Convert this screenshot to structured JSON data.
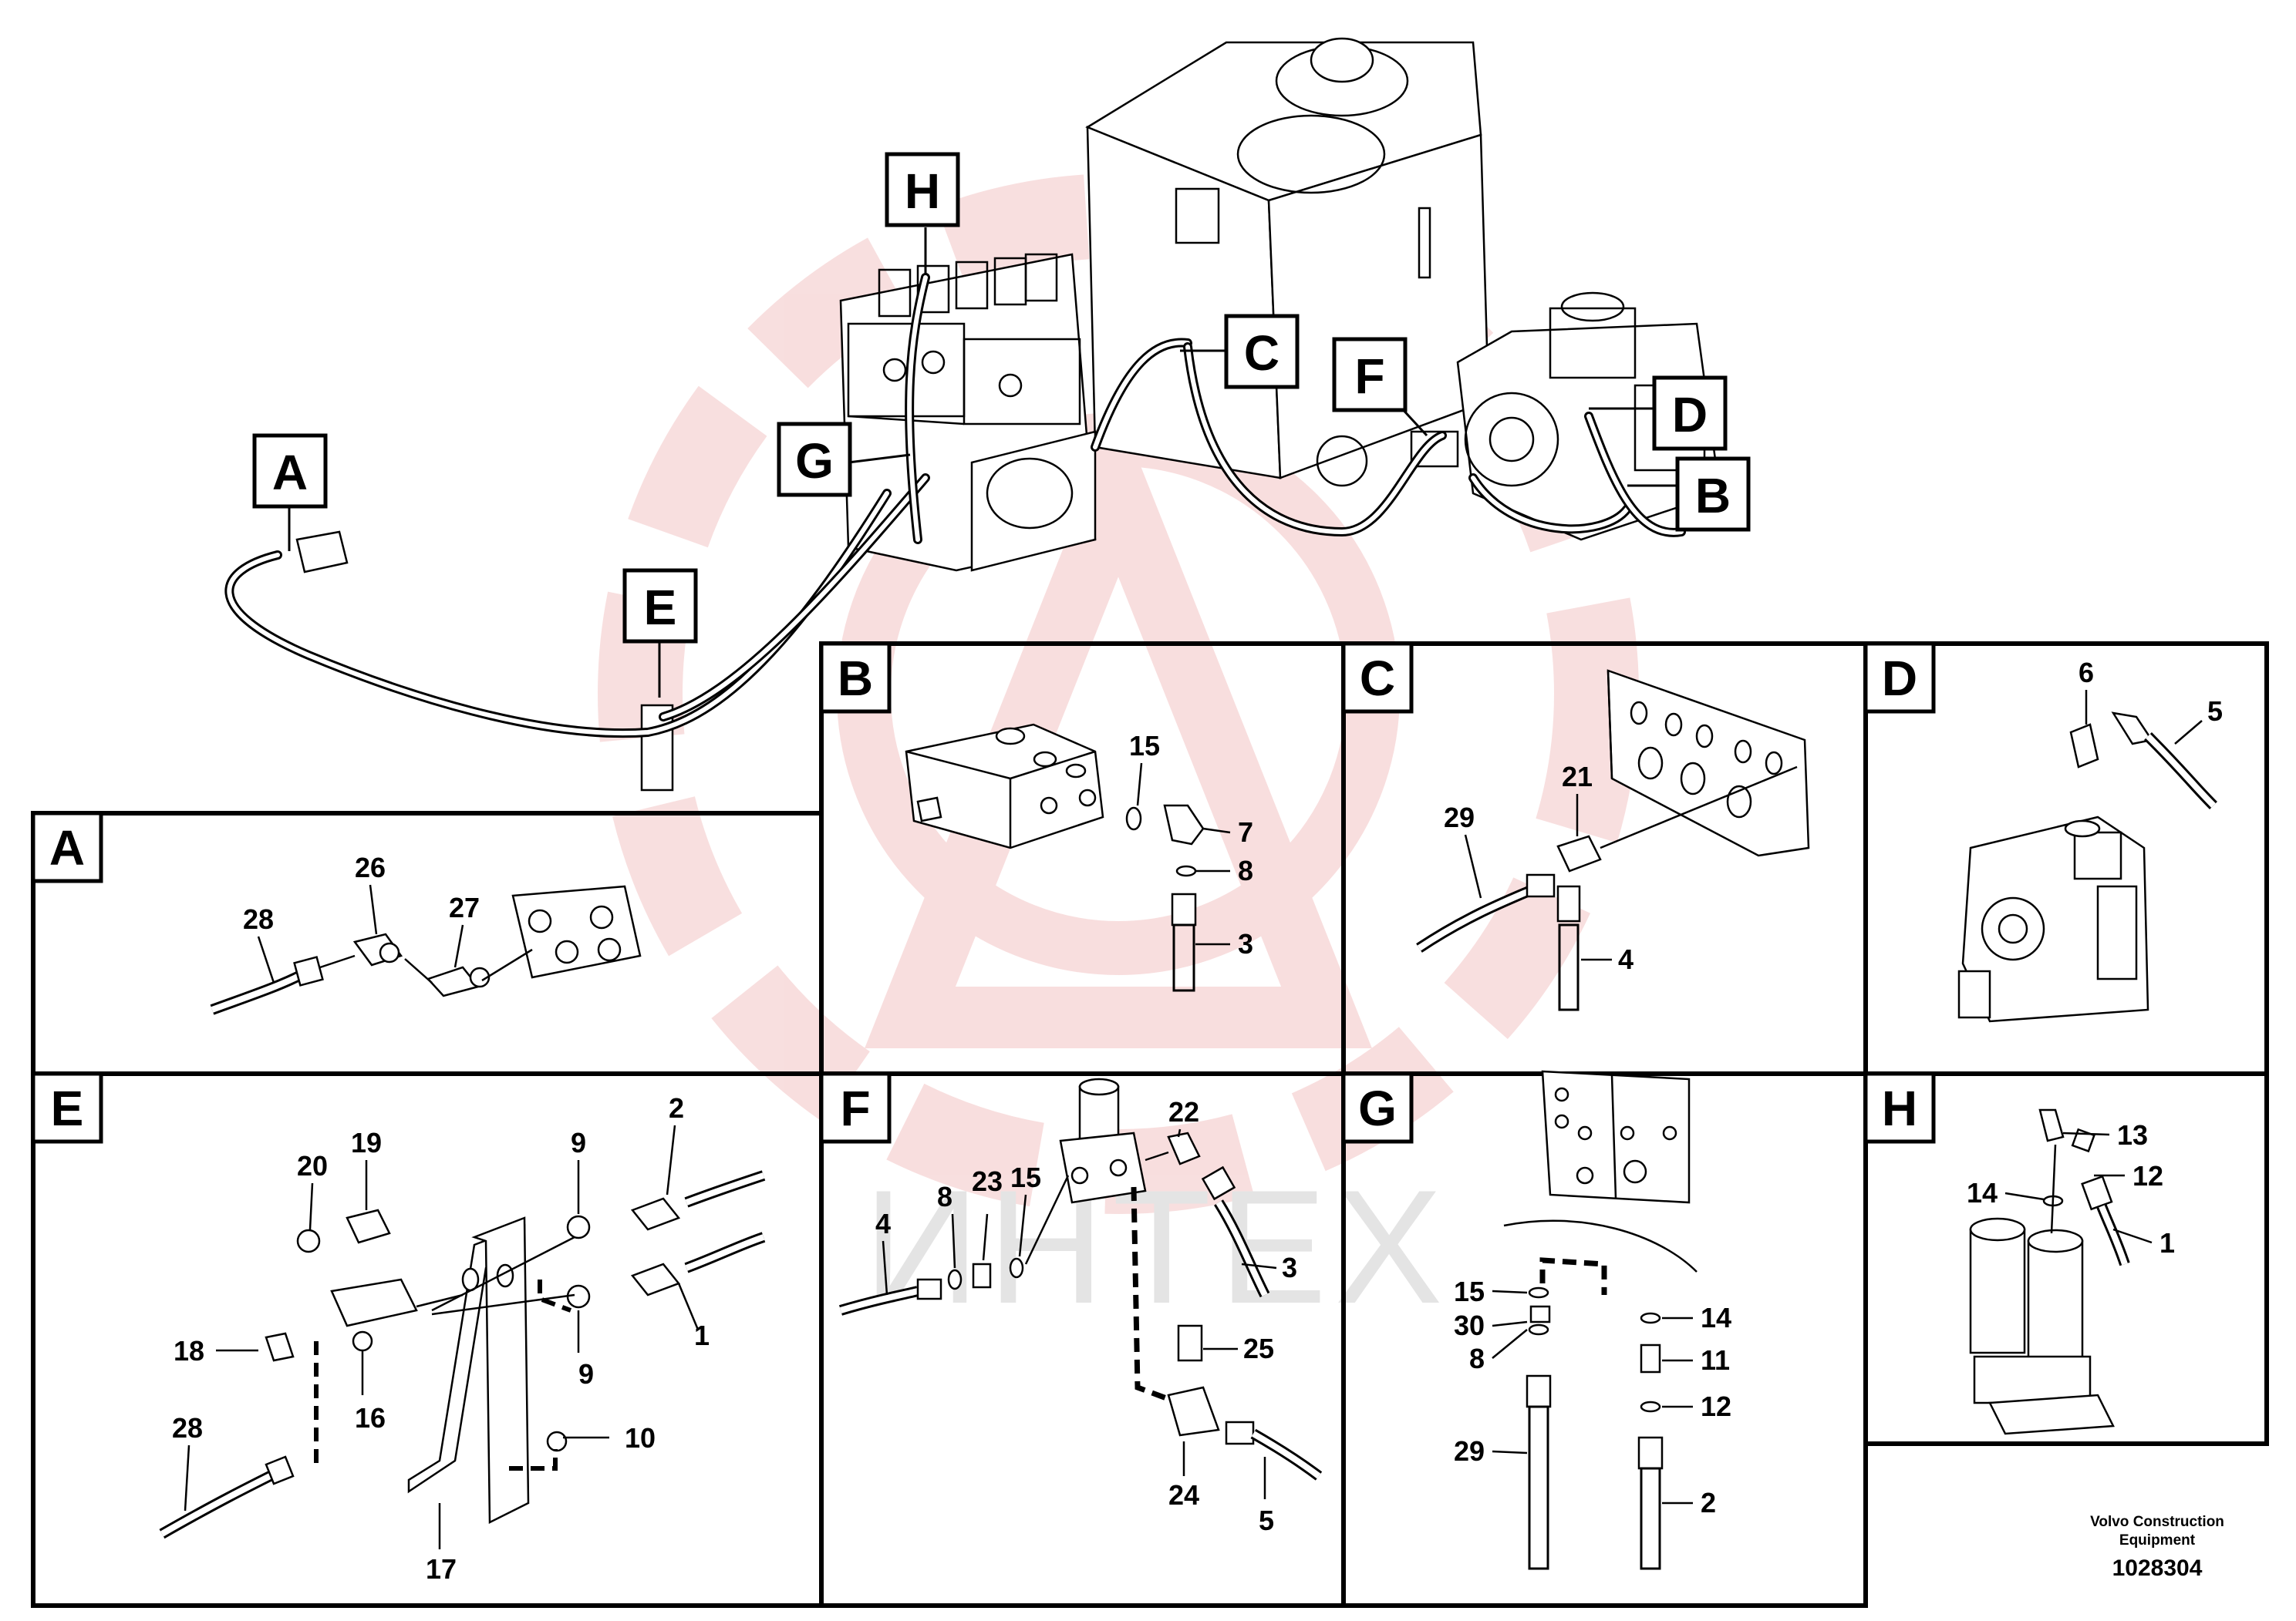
{
  "watermark": {
    "text": "ИНТЕХ",
    "color": "#e8e8e8",
    "logo_color": "#f3c4c4"
  },
  "colors": {
    "line": "#000000",
    "hose": "#ffffff",
    "background": "#ffffff"
  },
  "overview": {
    "callouts": [
      "H",
      "C",
      "F",
      "D",
      "A",
      "G",
      "B",
      "E"
    ]
  },
  "panels": [
    {
      "id": "A",
      "letter": "A",
      "labels": [
        "28",
        "26",
        "27"
      ]
    },
    {
      "id": "B",
      "letter": "B",
      "labels": [
        "15",
        "7",
        "8",
        "3"
      ]
    },
    {
      "id": "C",
      "letter": "C",
      "labels": [
        "21",
        "29",
        "4"
      ]
    },
    {
      "id": "D",
      "letter": "D",
      "labels": [
        "6",
        "5"
      ]
    },
    {
      "id": "E",
      "letter": "E",
      "labels": [
        "2",
        "19",
        "20",
        "9",
        "1",
        "18",
        "16",
        "9",
        "28",
        "10",
        "17"
      ]
    },
    {
      "id": "F",
      "letter": "F",
      "labels": [
        "22",
        "4",
        "8",
        "23",
        "15",
        "3",
        "25",
        "24",
        "5"
      ]
    },
    {
      "id": "G",
      "letter": "G",
      "labels": [
        "15",
        "14",
        "30",
        "11",
        "8",
        "12",
        "29",
        "2"
      ]
    },
    {
      "id": "H",
      "letter": "H",
      "labels": [
        "13",
        "14",
        "12",
        "1"
      ]
    }
  ],
  "footer": {
    "company": "Volvo Construction Equipment",
    "company_line1": "Volvo Construction",
    "company_line2": "Equipment",
    "drawing_number": "1028304"
  }
}
